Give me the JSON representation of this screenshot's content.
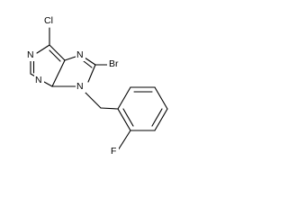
{
  "molecule": {
    "atoms": {
      "cl": "Cl",
      "br": "Br",
      "f": "F",
      "n1": "N",
      "n3": "N",
      "n7": "N",
      "n9": "N"
    }
  }
}
